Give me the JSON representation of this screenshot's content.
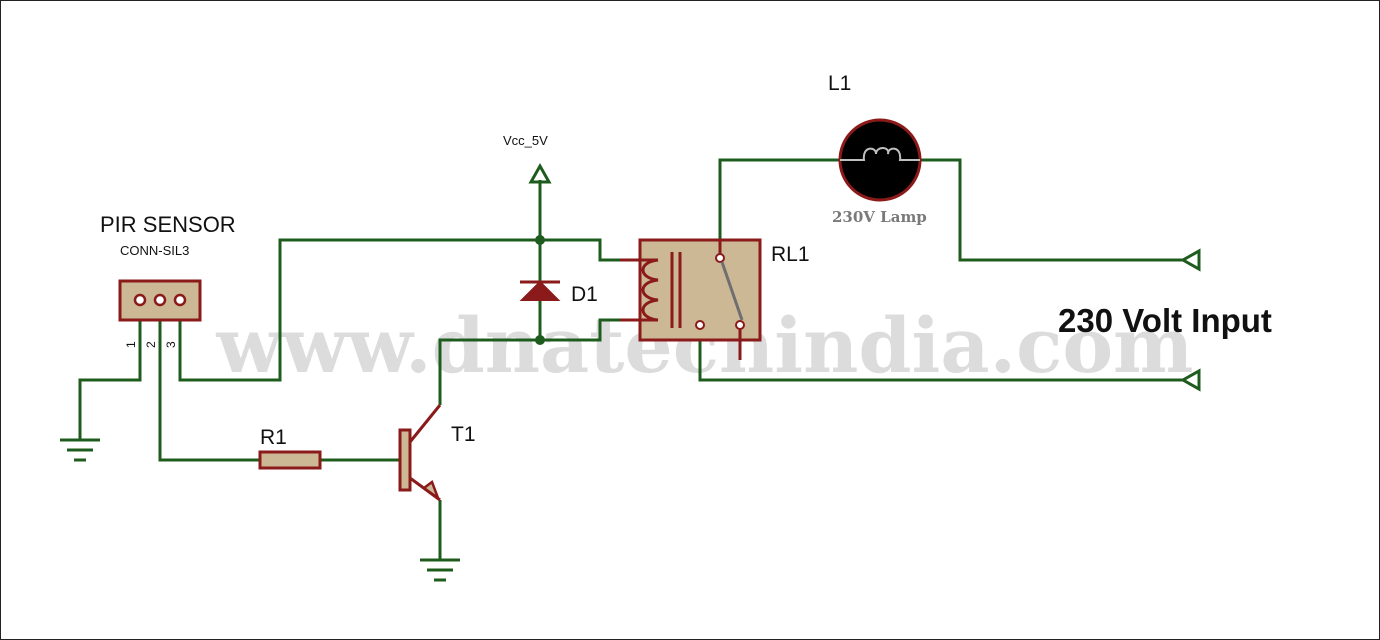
{
  "watermark": "www.dnatechindia.com",
  "labels": {
    "pir_sensor": "PIR SENSOR",
    "conn_sil3": "CONN-SIL3",
    "pin1": "1",
    "pin2": "2",
    "pin3": "3",
    "vcc": "Vcc_5V",
    "diode": "D1",
    "relay": "RL1",
    "lamp": "L1",
    "lamp_desc": "230V Lamp",
    "resistor": "R1",
    "transistor": "T1",
    "input": "230 Volt Input"
  },
  "colors": {
    "wire": "#1e5c1e",
    "component": "#8b1a1a",
    "component_fill": "#cdb896",
    "input_label": "#8b1010",
    "watermark": "#dcdcdc",
    "lamp_fill": "#000000",
    "lamp_desc": "#7a7a7a"
  }
}
